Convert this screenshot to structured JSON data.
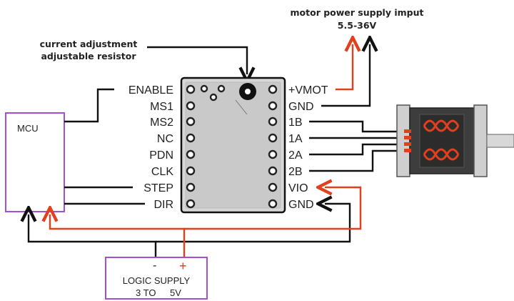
{
  "annotations": {
    "motor_supply_line1": "motor power supply imput",
    "motor_supply_line2": "5.5-36V",
    "current_adj_line1": "current adjustment",
    "current_adj_line2": "adjustable resistor"
  },
  "mcu": {
    "label": "MCU"
  },
  "driver": {
    "left_pins": [
      "ENABLE",
      "MS1",
      "MS2",
      "NC",
      "PDN",
      "CLK",
      "STEP",
      "DIR"
    ],
    "right_pins": [
      "+VMOT",
      "GND",
      "1B",
      "1A",
      "2A",
      "2B",
      "VIO",
      "GND"
    ]
  },
  "logic_supply": {
    "minus": "-",
    "plus": "+",
    "line1": "LOGIC SUPPLY",
    "line2a": "3 TO",
    "line2b": "5V"
  },
  "colors": {
    "supply_wire": "#e2401d",
    "frame_purple": "#a24fd6",
    "motor_coil": "#e2401d"
  }
}
